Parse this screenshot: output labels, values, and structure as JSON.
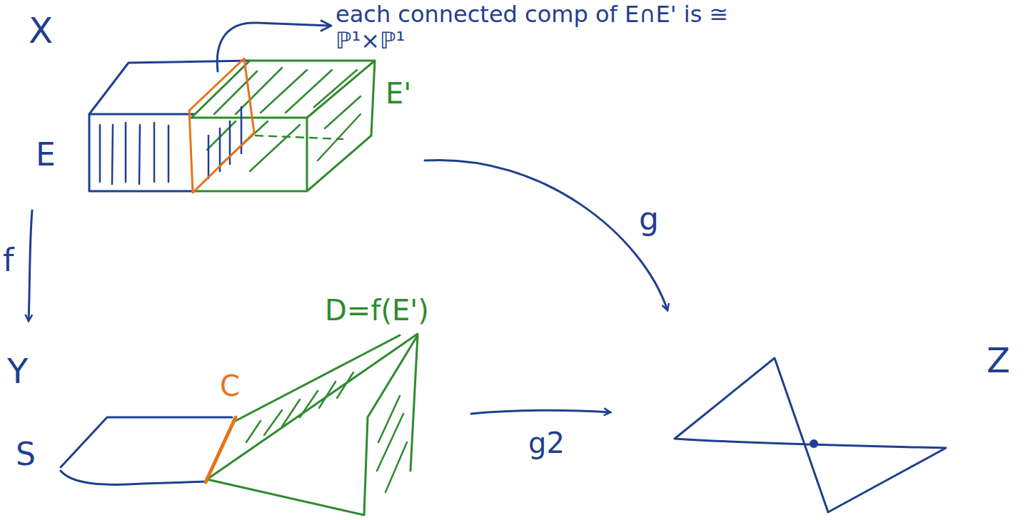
{
  "diagram": {
    "nodes": [
      {
        "text": [
          "X"
        ]
      },
      {
        "text": [
          "Y"
        ]
      },
      {
        "text": [
          "Z"
        ]
      }
    ],
    "edges": [
      {
        "from": 0,
        "to": 1,
        "label": "f",
        "arrow": "to"
      },
      {
        "from": 0,
        "to": 2,
        "label": "g",
        "arrow": "to"
      },
      {
        "from": 1,
        "to": 2,
        "label": "g2",
        "arrow": "to"
      }
    ],
    "labels": [
      "each connected comp of E∩E' is ≅ ℙ¹×ℙ¹",
      "E",
      "E'",
      "D=f(E')",
      "C",
      "S"
    ]
  }
}
